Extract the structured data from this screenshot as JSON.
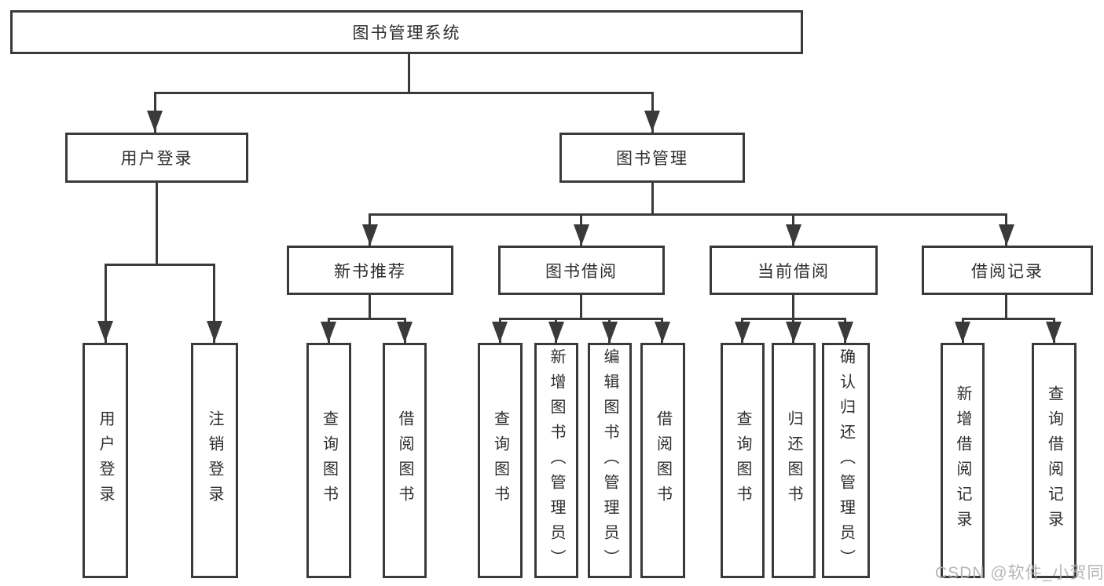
{
  "tree": {
    "label": "图书管理系统",
    "children": [
      {
        "label": "用户登录",
        "children": [
          {
            "label": "用户登录"
          },
          {
            "label": "注销登录"
          }
        ]
      },
      {
        "label": "图书管理",
        "children": [
          {
            "label": "新书推荐",
            "children": [
              {
                "label": "查询图书"
              },
              {
                "label": "借阅图书"
              }
            ]
          },
          {
            "label": "图书借阅",
            "children": [
              {
                "label": "查询图书"
              },
              {
                "label": "新增图书（管理员）"
              },
              {
                "label": "编辑图书（管理员）"
              },
              {
                "label": "借阅图书"
              }
            ]
          },
          {
            "label": "当前借阅",
            "children": [
              {
                "label": "查询图书"
              },
              {
                "label": "归还图书"
              },
              {
                "label": "确认归还（管理员）"
              }
            ]
          },
          {
            "label": "借阅记录",
            "children": [
              {
                "label": "新增借阅记录"
              },
              {
                "label": "查询借阅记录"
              }
            ]
          }
        ]
      }
    ]
  },
  "watermark": {
    "text": "CSDN @软件_小贺同学"
  },
  "colors": {
    "line": "#3a3a3a",
    "text": "#2e2e2e",
    "background": "#ffffff",
    "watermark": "#b2b2b2"
  }
}
